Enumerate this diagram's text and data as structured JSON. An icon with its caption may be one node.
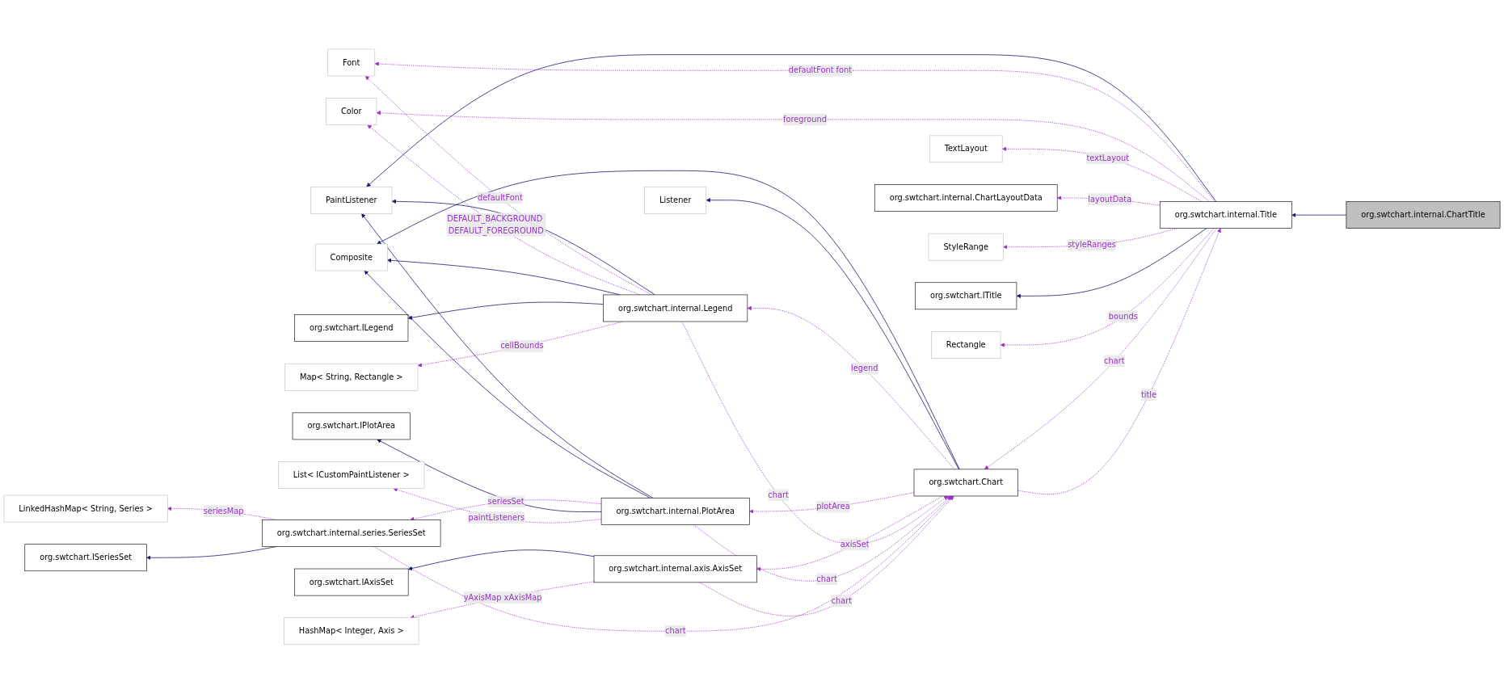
{
  "diagram": {
    "nodes": [
      {
        "text": [
          "PaintListener"
        ]
      },
      {
        "text": [
          "Font"
        ]
      },
      {
        "text": [
          "Color"
        ]
      },
      {
        "text": [
          "TextLayout"
        ]
      },
      {
        "text": [
          "org.swtchart.internal.ChartLayoutData"
        ]
      },
      {
        "text": [
          "StyleRange"
        ]
      },
      {
        "text": [
          "org.swtchart.ITitle"
        ]
      },
      {
        "text": [
          "Rectangle"
        ]
      },
      {
        "text": [
          "Composite"
        ]
      },
      {
        "text": [
          "org.swtchart.internal.Title"
        ]
      },
      {
        "text": [
          "Listener"
        ]
      },
      {
        "text": [
          "org.swtchart.Chart"
        ]
      },
      {
        "text": [
          "org.swtchart.internal.ChartTitle"
        ]
      },
      {
        "text": [
          "org.swtchart.ILegend"
        ]
      },
      {
        "text": [
          "Map< String, Rectangle >"
        ]
      },
      {
        "text": [
          "org.swtchart.internal.Legend"
        ]
      },
      {
        "text": [
          "LinkedHashMap< String, Series >"
        ]
      },
      {
        "text": [
          "org.swtchart.ISeriesSet"
        ]
      },
      {
        "text": [
          "org.swtchart.IAxisSet"
        ]
      },
      {
        "text": [
          "HashMap< Integer, Axis >"
        ]
      },
      {
        "text": [
          "org.swtchart.internal.series.SeriesSet"
        ]
      },
      {
        "text": [
          "org.swtchart.internal.axis.AxisSet"
        ]
      },
      {
        "text": [
          "org.swtchart.IPlotArea"
        ]
      },
      {
        "text": [
          "List< ICustomPaintListener >"
        ]
      },
      {
        "text": [
          "org.swtchart.internal.PlotArea"
        ]
      }
    ],
    "edges": [
      {
        "from": 9,
        "to": 0,
        "arrow": "to",
        "color": "#191970"
      },
      {
        "from": 15,
        "to": 0,
        "arrow": "to",
        "color": "#191970"
      },
      {
        "from": 24,
        "to": 0,
        "arrow": "to",
        "color": "#191970"
      },
      {
        "from": 15,
        "to": 1,
        "arrow": "to",
        "style": "dashed",
        "label": "defaultFont"
      },
      {
        "from": 9,
        "to": 1,
        "arrow": "to",
        "style": "dashed",
        "label": "defaultFont font"
      },
      {
        "from": 15,
        "to": 2,
        "arrow": "to",
        "style": "dashed",
        "label": "DEFAULT_BACKGROUND DEFAULT_FOREGROUND"
      },
      {
        "from": 9,
        "to": 2,
        "arrow": "to",
        "style": "dashed",
        "label": "foreground"
      },
      {
        "from": 9,
        "to": 3,
        "arrow": "to",
        "style": "dashed",
        "label": "textLayout"
      },
      {
        "from": 9,
        "to": 4,
        "arrow": "to",
        "style": "dashed",
        "label": "layoutData"
      },
      {
        "from": 9,
        "to": 5,
        "arrow": "to",
        "style": "dashed",
        "label": "styleRanges"
      },
      {
        "from": 9,
        "to": 6,
        "arrow": "to",
        "color": "#191970"
      },
      {
        "from": 9,
        "to": 7,
        "arrow": "to",
        "style": "dashed",
        "label": "bounds"
      },
      {
        "from": 15,
        "to": 8,
        "arrow": "to",
        "color": "#191970"
      },
      {
        "from": 24,
        "to": 8,
        "arrow": "to",
        "color": "#191970"
      },
      {
        "from": 11,
        "to": 8,
        "arrow": "to",
        "color": "#191970"
      },
      {
        "from": 9,
        "to": 11,
        "arrow": "to",
        "style": "dashed",
        "label": "chart"
      },
      {
        "from": 11,
        "to": 9,
        "arrow": "to",
        "style": "dashed",
        "label": "title"
      },
      {
        "from": 12,
        "to": 9,
        "arrow": "to",
        "color": "#191970"
      },
      {
        "from": 11,
        "to": 10,
        "arrow": "to",
        "color": "#191970"
      },
      {
        "from": 15,
        "to": 13,
        "arrow": "to",
        "color": "#191970"
      },
      {
        "from": 15,
        "to": 14,
        "arrow": "to",
        "style": "dashed",
        "label": "cellBounds"
      },
      {
        "from": 15,
        "to": 11,
        "arrow": "to",
        "style": "dashed",
        "label": "chart"
      },
      {
        "from": 11,
        "to": 15,
        "arrow": "to",
        "style": "dashed",
        "label": "legend"
      },
      {
        "from": 11,
        "to": 24,
        "arrow": "to",
        "style": "dashed",
        "label": "plotArea"
      },
      {
        "from": 24,
        "to": 11,
        "arrow": "to",
        "style": "dashed",
        "label": "chart"
      },
      {
        "from": 20,
        "to": 11,
        "arrow": "to",
        "style": "dashed",
        "label": "chart"
      },
      {
        "from": 20,
        "to": 16,
        "arrow": "to",
        "style": "dashed",
        "label": "seriesMap"
      },
      {
        "from": 20,
        "to": 17,
        "arrow": "to",
        "color": "#191970"
      },
      {
        "from": 21,
        "to": 11,
        "arrow": "to",
        "style": "dashed",
        "label": "chart"
      },
      {
        "from": 11,
        "to": 21,
        "arrow": "to",
        "style": "dashed",
        "label": "axisSet"
      },
      {
        "from": 21,
        "to": 18,
        "arrow": "to",
        "color": "#191970"
      },
      {
        "from": 21,
        "to": 19,
        "arrow": "to",
        "style": "dashed",
        "label": "yAxisMap xAxisMap"
      },
      {
        "from": 24,
        "to": 20,
        "arrow": "to",
        "style": "dashed",
        "label": "seriesSet"
      },
      {
        "from": 24,
        "to": 22,
        "arrow": "to",
        "color": "#191970"
      },
      {
        "from": 24,
        "to": 23,
        "arrow": "to",
        "style": "dashed",
        "label": "paintListeners"
      }
    ]
  }
}
